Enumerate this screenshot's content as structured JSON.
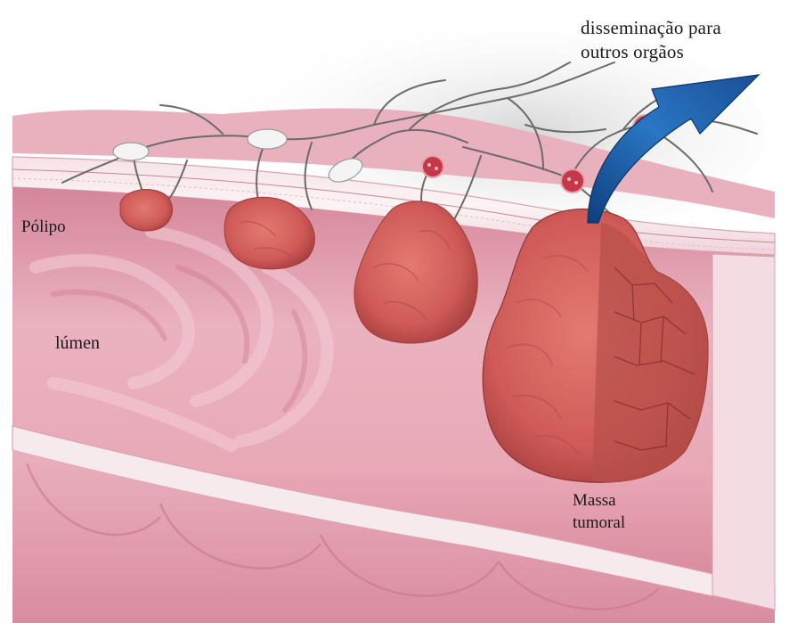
{
  "labels": {
    "spread_line1": "disseminação para",
    "spread_line2": "outros orgãos",
    "polyp": "Pólipo",
    "lumen": "lúmen",
    "mass_line1": "Massa",
    "mass_line2": "tumoral"
  },
  "colors": {
    "background": "#ffffff",
    "lumen_pink": "#e8a7b4",
    "lumen_dark": "#c9748a",
    "wall_band": "#f1d6dc",
    "tumor": "#d65f5a",
    "tumor_dark": "#a83c3a",
    "lymph_vessel": "#6b6b6b",
    "arrow_blue": "#1e5fa8",
    "lymph_node": "#f3f3f3",
    "tumor_cell_cluster": "#c4384a"
  },
  "icons": {
    "arrow": "curved-arrow-icon"
  }
}
